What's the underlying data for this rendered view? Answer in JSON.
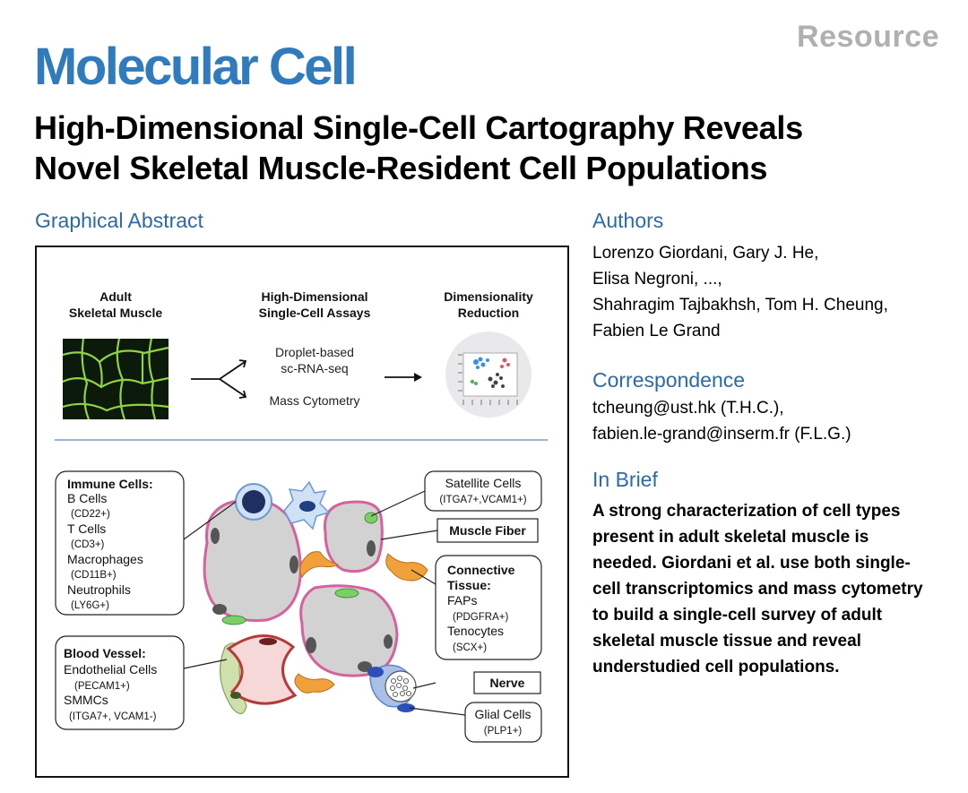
{
  "header": {
    "journal": "Molecular Cell",
    "article_type": "Resource",
    "title_lines": [
      "High-Dimensional Single-Cell Cartography Reveals",
      "Novel Skeletal Muscle-Resident Cell Populations"
    ]
  },
  "graphical_abstract": {
    "heading": "Graphical Abstract",
    "top": {
      "col1": [
        "Adult",
        "Skeletal Muscle"
      ],
      "col2": [
        "High-Dimensional",
        "Single-Cell Assays"
      ],
      "col3": [
        "Dimensionality",
        "Reduction"
      ],
      "method1": [
        "Droplet-based",
        "sc-RNA-seq"
      ],
      "method2": "Mass Cytometry"
    },
    "immune": {
      "title": "Immune Cells:",
      "b": "B Cells",
      "b_marker": "(CD22+)",
      "t": "T Cells",
      "t_marker": "(CD3+)",
      "mac": "Macrophages",
      "mac_marker": "(CD11B+)",
      "neu": "Neutrophils",
      "neu_marker": "(LY6G+)"
    },
    "blood": {
      "title": "Blood Vessel:",
      "endo": "Endothelial Cells",
      "endo_marker": "(PECAM1+)",
      "smmc": "SMMCs",
      "smmc_marker": "(ITGA7+, VCAM1-)"
    },
    "satellite": {
      "name": "Satellite Cells",
      "marker": "(ITGA7+,VCAM1+)"
    },
    "muscle_fiber": "Muscle Fiber",
    "connective": {
      "title1": "Connective",
      "title2": "Tissue:",
      "faps": "FAPs",
      "faps_marker": "(PDGFRA+)",
      "teno": "Tenocytes",
      "teno_marker": "(SCX+)"
    },
    "nerve": "Nerve",
    "glial": {
      "name": "Glial Cells",
      "marker": "(PLP1+)"
    }
  },
  "authors": {
    "heading": "Authors",
    "lines": [
      "Lorenzo Giordani, Gary J. He,",
      "Elisa Negroni, ...,",
      "Shahragim Tajbakhsh, Tom H. Cheung,",
      "Fabien Le Grand"
    ]
  },
  "correspondence": {
    "heading": "Correspondence",
    "lines": [
      "tcheung@ust.hk (T.H.C.),",
      "fabien.le-grand@inserm.fr (F.L.G.)"
    ]
  },
  "in_brief": {
    "heading": "In Brief",
    "lines": [
      "A strong characterization of cell types",
      "present in adult skeletal muscle is",
      "needed. Giordani et al. use both single-",
      "cell transcriptomics and mass cytometry",
      "to build a single-cell survey of adult",
      "skeletal muscle tissue and reveal",
      "understudied cell populations."
    ]
  },
  "colors": {
    "journal_blue": "#2f7bbd",
    "heading_blue": "#2a6aa6",
    "fiber_outline": "#d6619e",
    "satellite_green": "#7ccf62",
    "fap_orange": "#f0a13a",
    "nerve_blue": "#5a87c8"
  }
}
